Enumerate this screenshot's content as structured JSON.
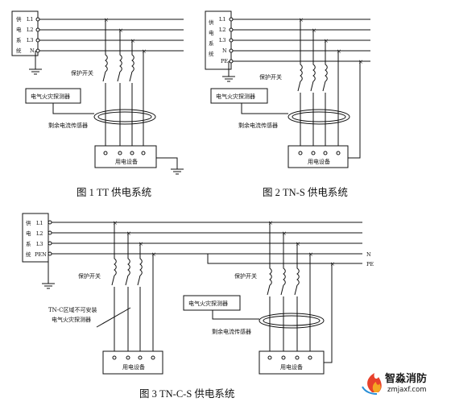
{
  "diagram1": {
    "source_chars": [
      "供",
      "电",
      "系",
      "统"
    ],
    "lines": [
      "L1",
      "L2",
      "L3",
      "N"
    ],
    "switch_label": "保护开关",
    "detector_label": "电气火灾探测器",
    "sensor_label": "剩余电流传感器",
    "equipment_label": "用电设备",
    "caption": "图  1 TT  供电系统"
  },
  "diagram2": {
    "source_chars": [
      "供",
      "电",
      "系",
      "统"
    ],
    "lines": [
      "L1",
      "L2",
      "L3",
      "N",
      "PE"
    ],
    "switch_label": "保护开关",
    "detector_label": "电气火灾探测器",
    "sensor_label": "剩余电流传感器",
    "equipment_label": "用电设备",
    "caption": "图  2 TN-S  供电系统"
  },
  "diagram3": {
    "source_chars": [
      "供",
      "电",
      "系",
      "统"
    ],
    "lines": [
      "L1",
      "L2",
      "L3",
      "PEN"
    ],
    "n_label": "N",
    "pe_label": "PE",
    "switch_label_left": "保护开关",
    "switch_label_right": "保护开关",
    "warning_line1": "TN-C区域不可安装",
    "warning_line2": "电气火灾探测器",
    "detector_label": "电气火灾探测器",
    "sensor_label": "剩余电流传感器",
    "equipment_label_left": "用电设备",
    "equipment_label_right": "用电设备",
    "caption": "图  3 TN-C-S  供电系统"
  },
  "brand": {
    "name": "智淼消防",
    "url": "zmjaxf.com",
    "accent_colors": [
      "#e8412b",
      "#f5a623",
      "#2a8fd6"
    ]
  }
}
